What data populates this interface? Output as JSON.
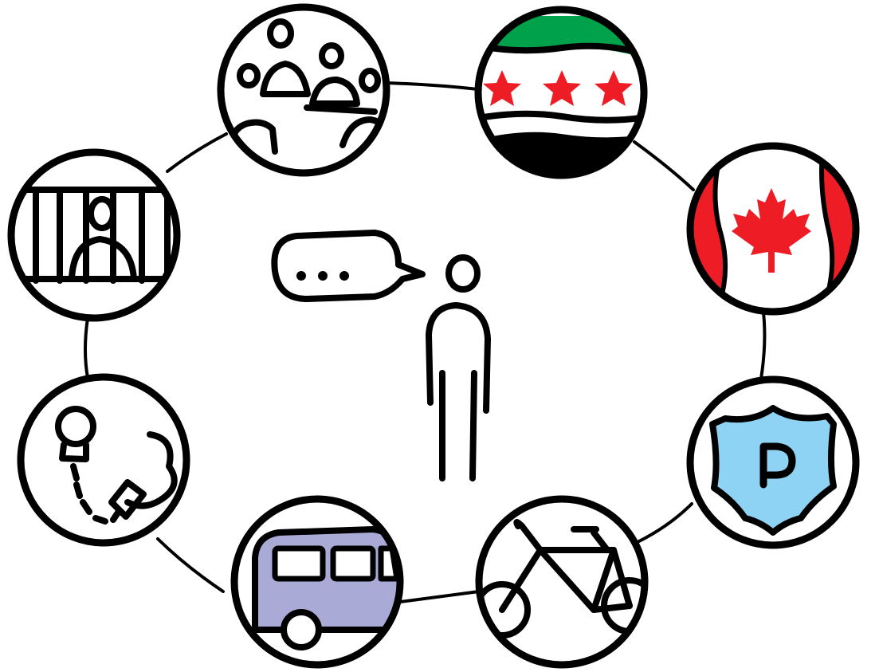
{
  "diagram": {
    "center_figure": "person-with-speech-bubble",
    "speech_bubble_icon": "ellipsis-icon",
    "nodes": [
      {
        "id": "crowd",
        "icon": "crowd-icon"
      },
      {
        "id": "syria-flag",
        "icon": "syria-flag-icon"
      },
      {
        "id": "canada-flag",
        "icon": "canada-flag-icon"
      },
      {
        "id": "police-badge",
        "icon": "police-badge-icon",
        "label": "P"
      },
      {
        "id": "bicycle",
        "icon": "bicycle-icon"
      },
      {
        "id": "van",
        "icon": "van-icon"
      },
      {
        "id": "handcuffs",
        "icon": "handcuffs-icon"
      },
      {
        "id": "prison",
        "icon": "prison-icon"
      }
    ],
    "colors": {
      "ink": "#000000",
      "syria_green": "#00a14b",
      "syria_red": "#ee1c25",
      "canada_red": "#ee1c25",
      "badge_blue": "#8fd3f4",
      "van_purple": "#aaaad6"
    }
  }
}
